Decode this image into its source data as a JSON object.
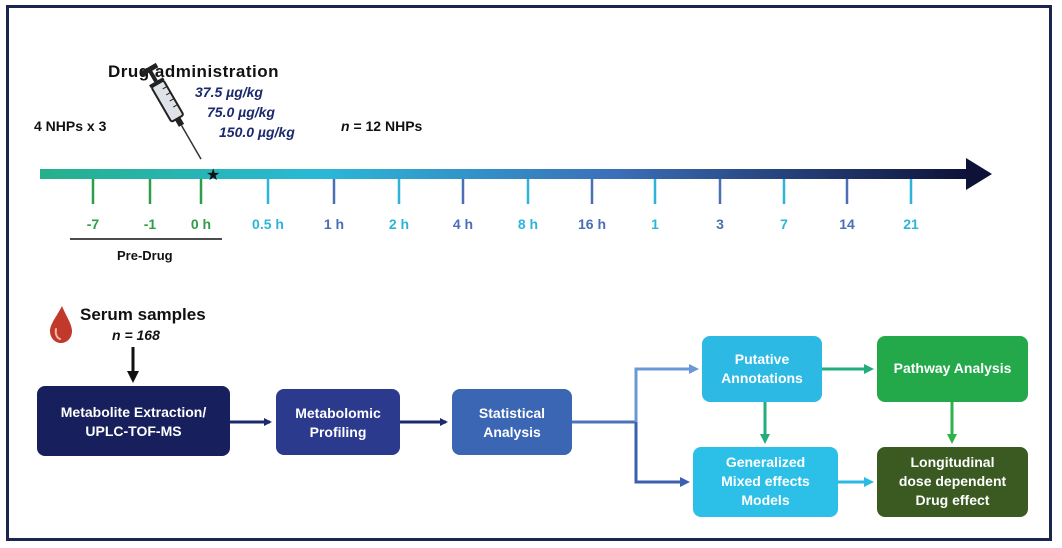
{
  "timeline": {
    "drug_administration": "Drug administration",
    "doses": [
      "37.5 µg/kg",
      "75.0 µg/kg",
      "150.0 µg/kg"
    ],
    "group_left": "4 NHPs x 3",
    "group_right_n": "n",
    "group_right_rest": " = 12 NHPs",
    "predrug_label": "Pre-Drug",
    "ticks": [
      "-7",
      "-1",
      "0 h",
      "0.5 h",
      "1 h",
      "2 h",
      "4 h",
      "8 h",
      "16 h",
      "1",
      "3",
      "7",
      "14",
      "21"
    ],
    "colors": {
      "green": "#2e9e46",
      "cyan": "#2bb5d8",
      "blue": "#4a6fb5",
      "navy": "#101540"
    }
  },
  "samples": {
    "title": "Serum samples",
    "count_n": "n",
    "count_rest": " = 168",
    "drop_color": "#c0392b"
  },
  "workflow": {
    "extraction": [
      "Metabolite Extraction/",
      "UPLC-TOF-MS"
    ],
    "profiling": [
      "Metabolomic",
      "Profiling"
    ],
    "statistical": [
      "Statistical",
      "Analysis"
    ],
    "putative": [
      "Putative",
      "Annotations"
    ],
    "pathway": [
      "Pathway Analysis"
    ],
    "mixed": [
      "Generalized",
      "Mixed effects",
      "Models"
    ],
    "longitudinal": [
      "Longitudinal",
      "dose dependent",
      "Drug effect"
    ],
    "colors": {
      "extraction": "#17205c",
      "profiling": "#2b3a8c",
      "statistical": "#3a66b4",
      "putative": "#2cb9e4",
      "pathway": "#23a94a",
      "mixed": "#2cc0e8",
      "longitudinal": "#3a5a22"
    }
  }
}
